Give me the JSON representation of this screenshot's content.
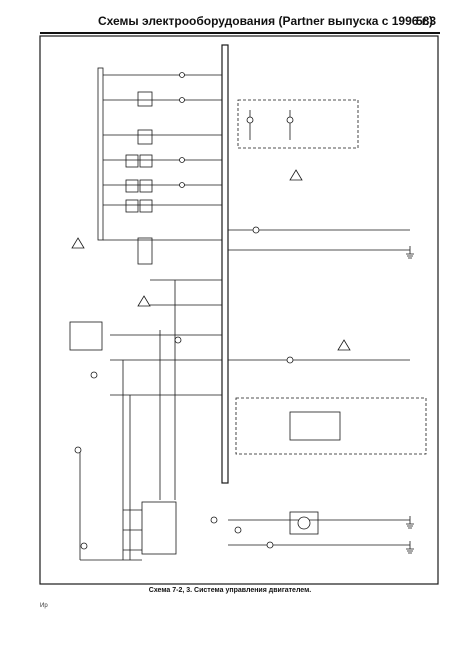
{
  "header": {
    "title": "Схемы электрооборудования (Partner выпуска с 1996 г.)",
    "page_number": "583"
  },
  "caption": "Схема 7-2, 3. Система управления двигателем.",
  "corner_mark": "Ир",
  "colors": {
    "ink": "#1a1a1a",
    "paper": "#ffffff"
  }
}
